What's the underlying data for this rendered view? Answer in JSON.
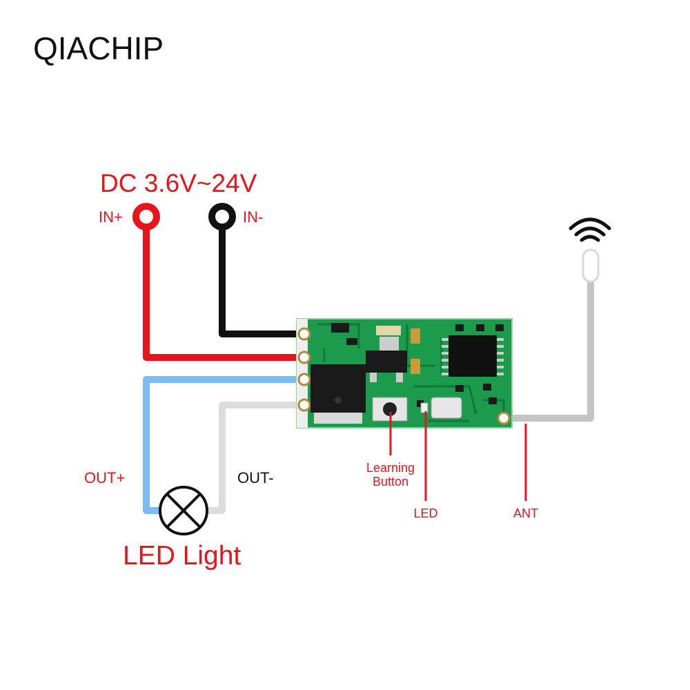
{
  "brand": "QIACHIP",
  "power": {
    "title": "DC 3.6V~24V",
    "in_plus": "IN+",
    "in_minus": "IN-"
  },
  "outputs": {
    "out_plus": "OUT+",
    "out_minus": "OUT-",
    "load": "LED Light"
  },
  "board_labels": {
    "learning_button_line1": "Learning",
    "learning_button_line2": "Button",
    "led": "LED",
    "ant": "ANT"
  },
  "colors": {
    "red": "#e8141b",
    "black": "#111111",
    "blue_wire": "#7dbcf2",
    "grey_wire": "#dcdcdc",
    "antenna_wire": "#c4c4c4",
    "pcb": "#1c9b4c"
  }
}
